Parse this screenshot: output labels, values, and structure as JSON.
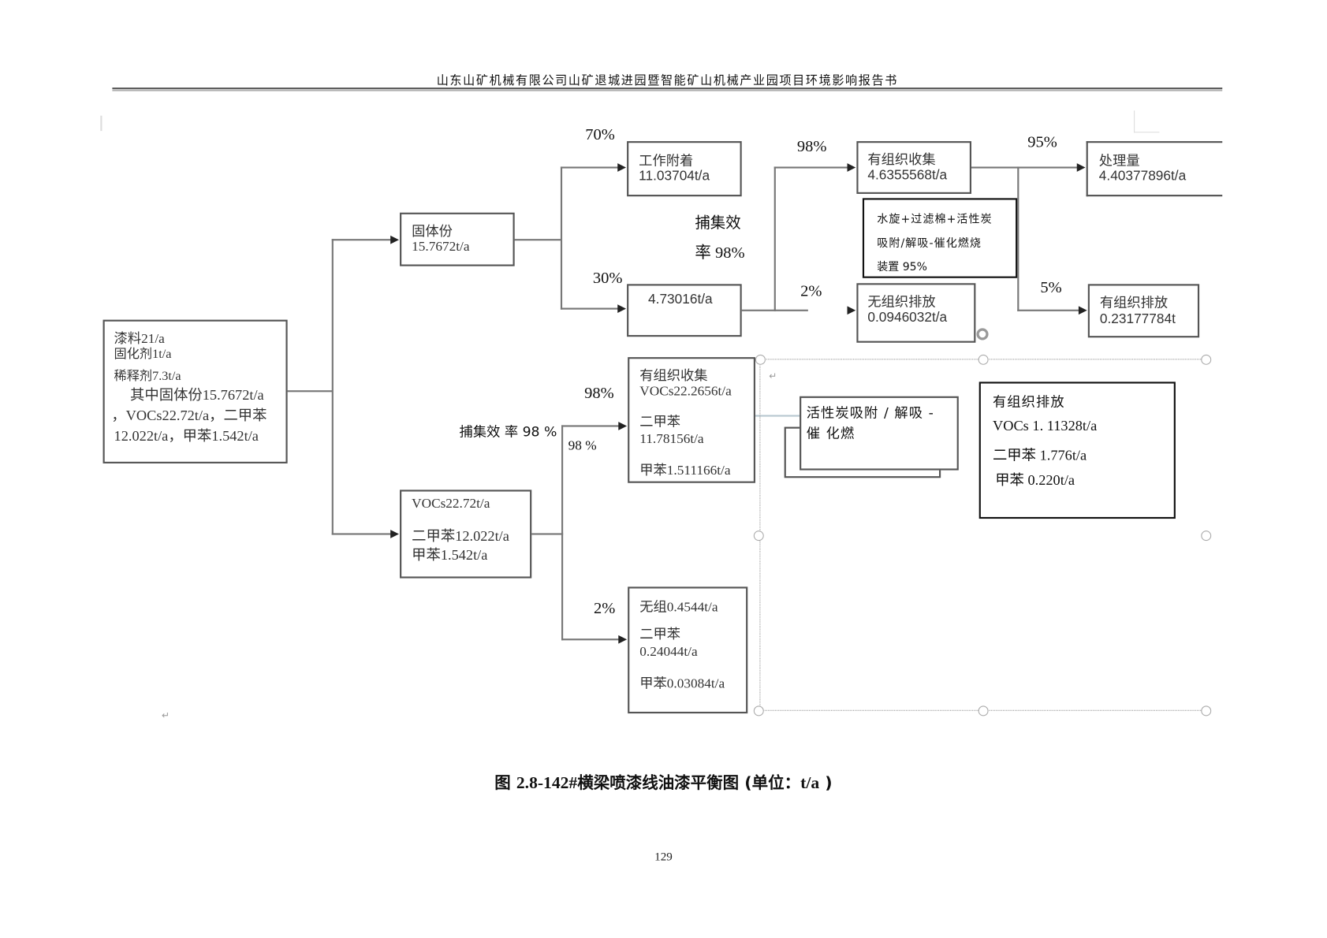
{
  "header": {
    "title": "山东山矿机械有限公司山矿退城进园暨智能矿山机械产业园项目环境影响报告书"
  },
  "diagram": {
    "source_box": {
      "lines": [
        "漆料21/a",
        "固化剂1t/a",
        "稀释剂7.3t/a",
        "其中固体份15.7672t/a",
        "，VOCs22.72t/a，二甲苯",
        "12.022t/a，甲苯1.542t/a"
      ]
    },
    "solids_box": {
      "label": "固体份",
      "value": "15.7672t/a"
    },
    "voc_box": {
      "lines": [
        "VOCs22.72t/a",
        "二甲苯12.022t/a",
        "甲苯1.542t/a"
      ]
    },
    "work_adhesion_box": {
      "label": "工作附着",
      "value": "11.03704t/a"
    },
    "overspray_box": {
      "value": "4.73016t/a"
    },
    "capture_rate_solids": {
      "line1": "捕集效",
      "line2": "率 98%"
    },
    "organized_collection_box": {
      "label": "有组织收集",
      "value": "4.6355568t/a"
    },
    "treatment_note_box": {
      "lines": [
        "水旋+过滤棉+活性炭",
        "吸附/解吸-催化燃烧",
        "装置 95%"
      ]
    },
    "fugitive_solids_box": {
      "label": "无组织排放",
      "value": "0.0946032t/a"
    },
    "treated_box": {
      "label": "处理量",
      "value": "4.40377896t/a"
    },
    "organized_emission_solids_box": {
      "label": "有组织排放",
      "value": "0.23177784t"
    },
    "voc_collection_box": {
      "lines": [
        "有组织收集",
        "VOCs22.2656t/a",
        "二甲苯",
        "11.78156t/a",
        "甲苯1.511166t/a"
      ]
    },
    "voc_fugitive_box": {
      "lines": [
        "无组0.4544t/a",
        "二甲苯",
        "0.24044t/a",
        "甲苯0.03084t/a"
      ]
    },
    "capture_rate_voc": {
      "label": "捕集效 率 98 %",
      "overlap": "98 %"
    },
    "voc_treatment_label": "活性炭吸附 / 解吸 - 催 化燃",
    "voc_emission_box": {
      "lines": [
        "有组织排放",
        "VOCs 1. 11328t/a",
        "二甲苯 1.776t/a",
        "甲苯 0.220t/a"
      ]
    },
    "percentages": {
      "p70": "70%",
      "p30": "30%",
      "p98_top": "98%",
      "p2_top": "2%",
      "p95": "95%",
      "p5": "5%",
      "p98_voc": "98%",
      "p2_voc": "2%"
    },
    "paragraph_mark": "↵"
  },
  "caption": {
    "prefix": "图 ",
    "number": "2.8-142#",
    "title": "横梁喷漆线油漆平衡图 (单位：",
    "unit": "t/a",
    "suffix": " )"
  },
  "page_number": "129"
}
